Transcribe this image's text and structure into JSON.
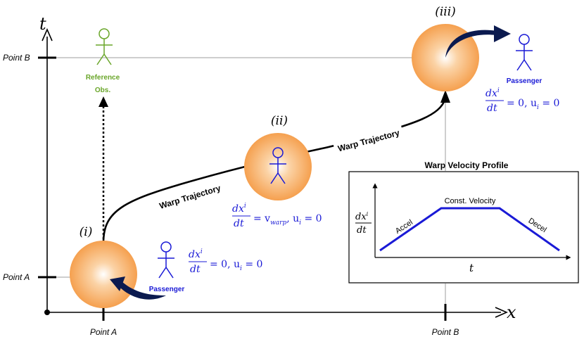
{
  "axes": {
    "t_label": "t",
    "x_label": "x",
    "t_tick_a": "Point A",
    "t_tick_b": "Point B",
    "x_tick_a": "Point A",
    "x_tick_b": "Point B"
  },
  "bubbles": {
    "i_label": "(i)",
    "ii_label": "(ii)",
    "iii_label": "(iii)"
  },
  "observers": {
    "reference_line1": "Reference",
    "reference_line2": "Obs.",
    "passenger_left": "Passenger",
    "passenger_right": "Passenger"
  },
  "trajectory": {
    "label_lower": "Warp Trajectory",
    "label_upper": "Warp Trajectory"
  },
  "equations": {
    "left": {
      "num": "dx",
      "sup": "i",
      "den": "dt",
      "rest": "= 0,  u",
      "sub": "i",
      "end": " = 0"
    },
    "middle": {
      "num": "dx",
      "sup": "i",
      "den": "dt",
      "rest": "= v",
      "sub1": "warp",
      "mid": ",  u",
      "sub2": "i",
      "end": " = 0"
    },
    "right": {
      "num": "dx",
      "sup": "i",
      "den": "dt",
      "rest": "= 0,  u",
      "sub": "i",
      "end": " = 0"
    }
  },
  "inset": {
    "title": "Warp Velocity Profile",
    "ylabel_num": "dx",
    "ylabel_sup": "i",
    "ylabel_den": "dt",
    "xlabel": "t",
    "accel": "Accel",
    "const": "Const. Velocity",
    "decel": "Decel"
  },
  "colors": {
    "bubble_center": "#ffffff",
    "bubble_edge": "#f5a04f",
    "reference": "#6aa62a",
    "passenger": "#1a1ad6",
    "equation": "#1a1ad6",
    "arrow": "#0b1a4f",
    "profile": "#1a1ad6",
    "axis": "#000000",
    "guide": "#bdbdbd"
  }
}
